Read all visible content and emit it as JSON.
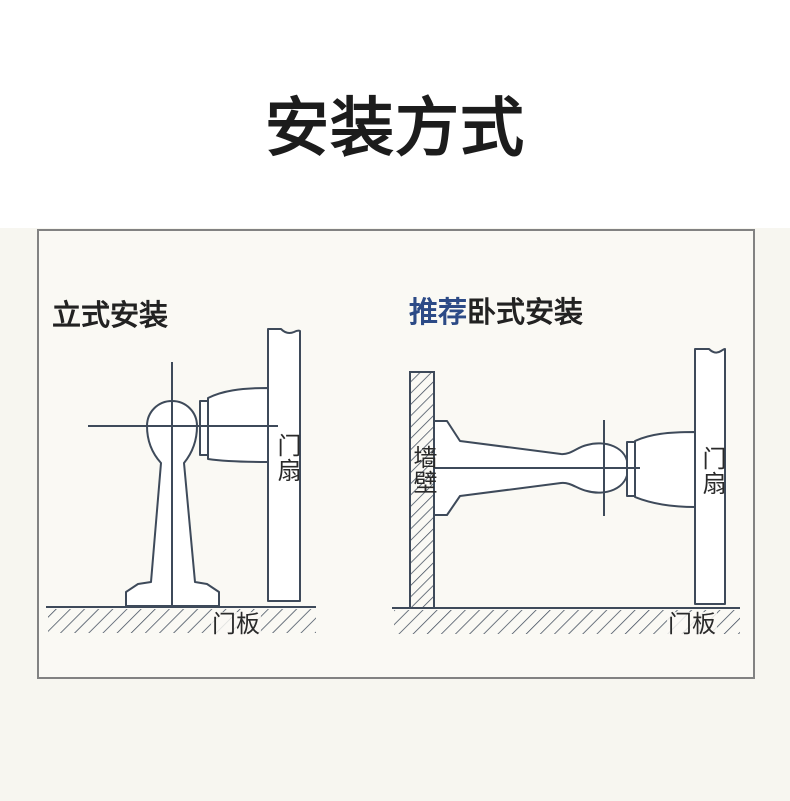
{
  "page": {
    "title": "安装方式"
  },
  "colors": {
    "title_text": "#1c1c1c",
    "heading_text": "#222222",
    "label_text": "#2a2a2a",
    "accent": "#2c4a86",
    "line": "#3e4a5a",
    "panel_border": "#828282",
    "band_background": "#f7f6f0",
    "panel_background": "#faf9f4",
    "page_background": "#ffffff"
  },
  "diagrams": {
    "vertical": {
      "heading": "立式安装",
      "door_label": "门扇",
      "floor_label": "门板"
    },
    "horizontal": {
      "heading_highlight": "推荐",
      "heading": "卧式安装",
      "wall_label": "墙壁",
      "door_label": "门扇",
      "floor_label": "门板"
    }
  }
}
